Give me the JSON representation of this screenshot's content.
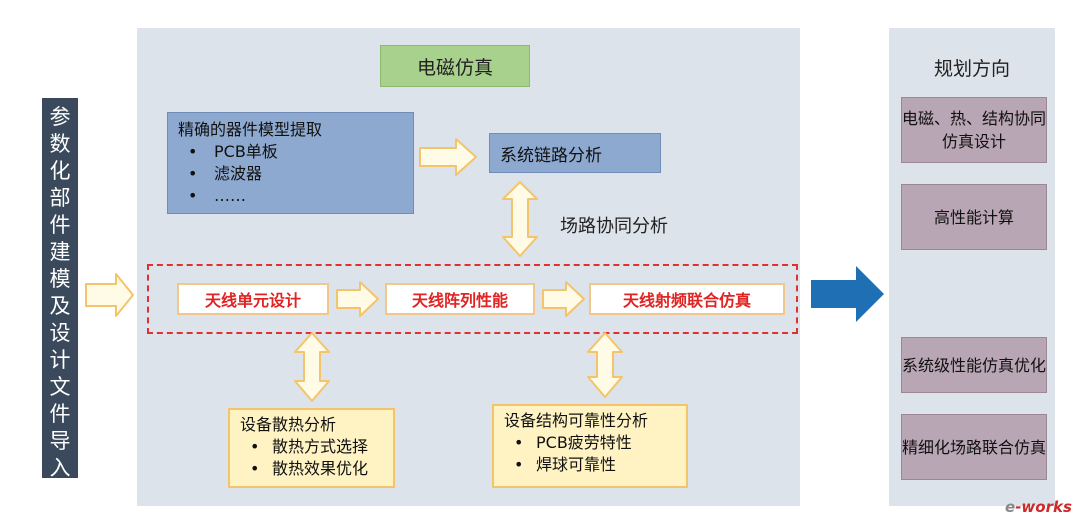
{
  "left_bar": {
    "label": "参数化部件建模及设计文件导入"
  },
  "main": {
    "title": "电磁仿真",
    "model_box": {
      "heading": "精确的器件模型提取",
      "items": [
        "PCB单板",
        "滤波器",
        "……"
      ]
    },
    "system_link": "系统链路分析",
    "field_cosim": "场路协同分析",
    "chain": [
      "天线单元设计",
      "天线阵列性能",
      "天线射频联合仿真"
    ],
    "heat_box": {
      "heading": "设备散热分析",
      "items": [
        "散热方式选择",
        "散热效果优化"
      ]
    },
    "struct_box": {
      "heading": "设备结构可靠性分析",
      "items": [
        "PCB疲劳特性",
        "焊球可靠性"
      ]
    }
  },
  "right": {
    "title": "规划方向",
    "items": [
      "电磁、热、结构协同仿真设计",
      "高性能计算",
      "系统级性能仿真优化",
      "精细化场路联合仿真"
    ]
  },
  "watermark": {
    "e": "e",
    "rest": "-works"
  },
  "colors": {
    "arrow_outline": "#f3c46a",
    "arrow_fill": "#fffbe6",
    "big_arrow": "#1f6fb5",
    "dashed": "#e03030"
  }
}
